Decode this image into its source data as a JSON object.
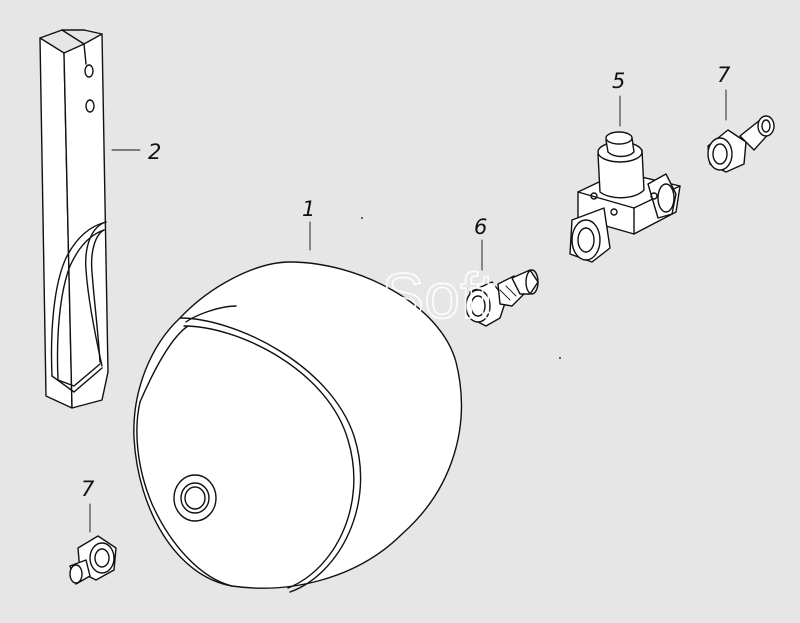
{
  "diagram": {
    "watermark": "AutoSoft",
    "callouts": {
      "tank": "1",
      "bracket": "2",
      "valve": "5",
      "connector": "6",
      "fitting_top_right": "7",
      "fitting_bottom_left": "7"
    }
  }
}
